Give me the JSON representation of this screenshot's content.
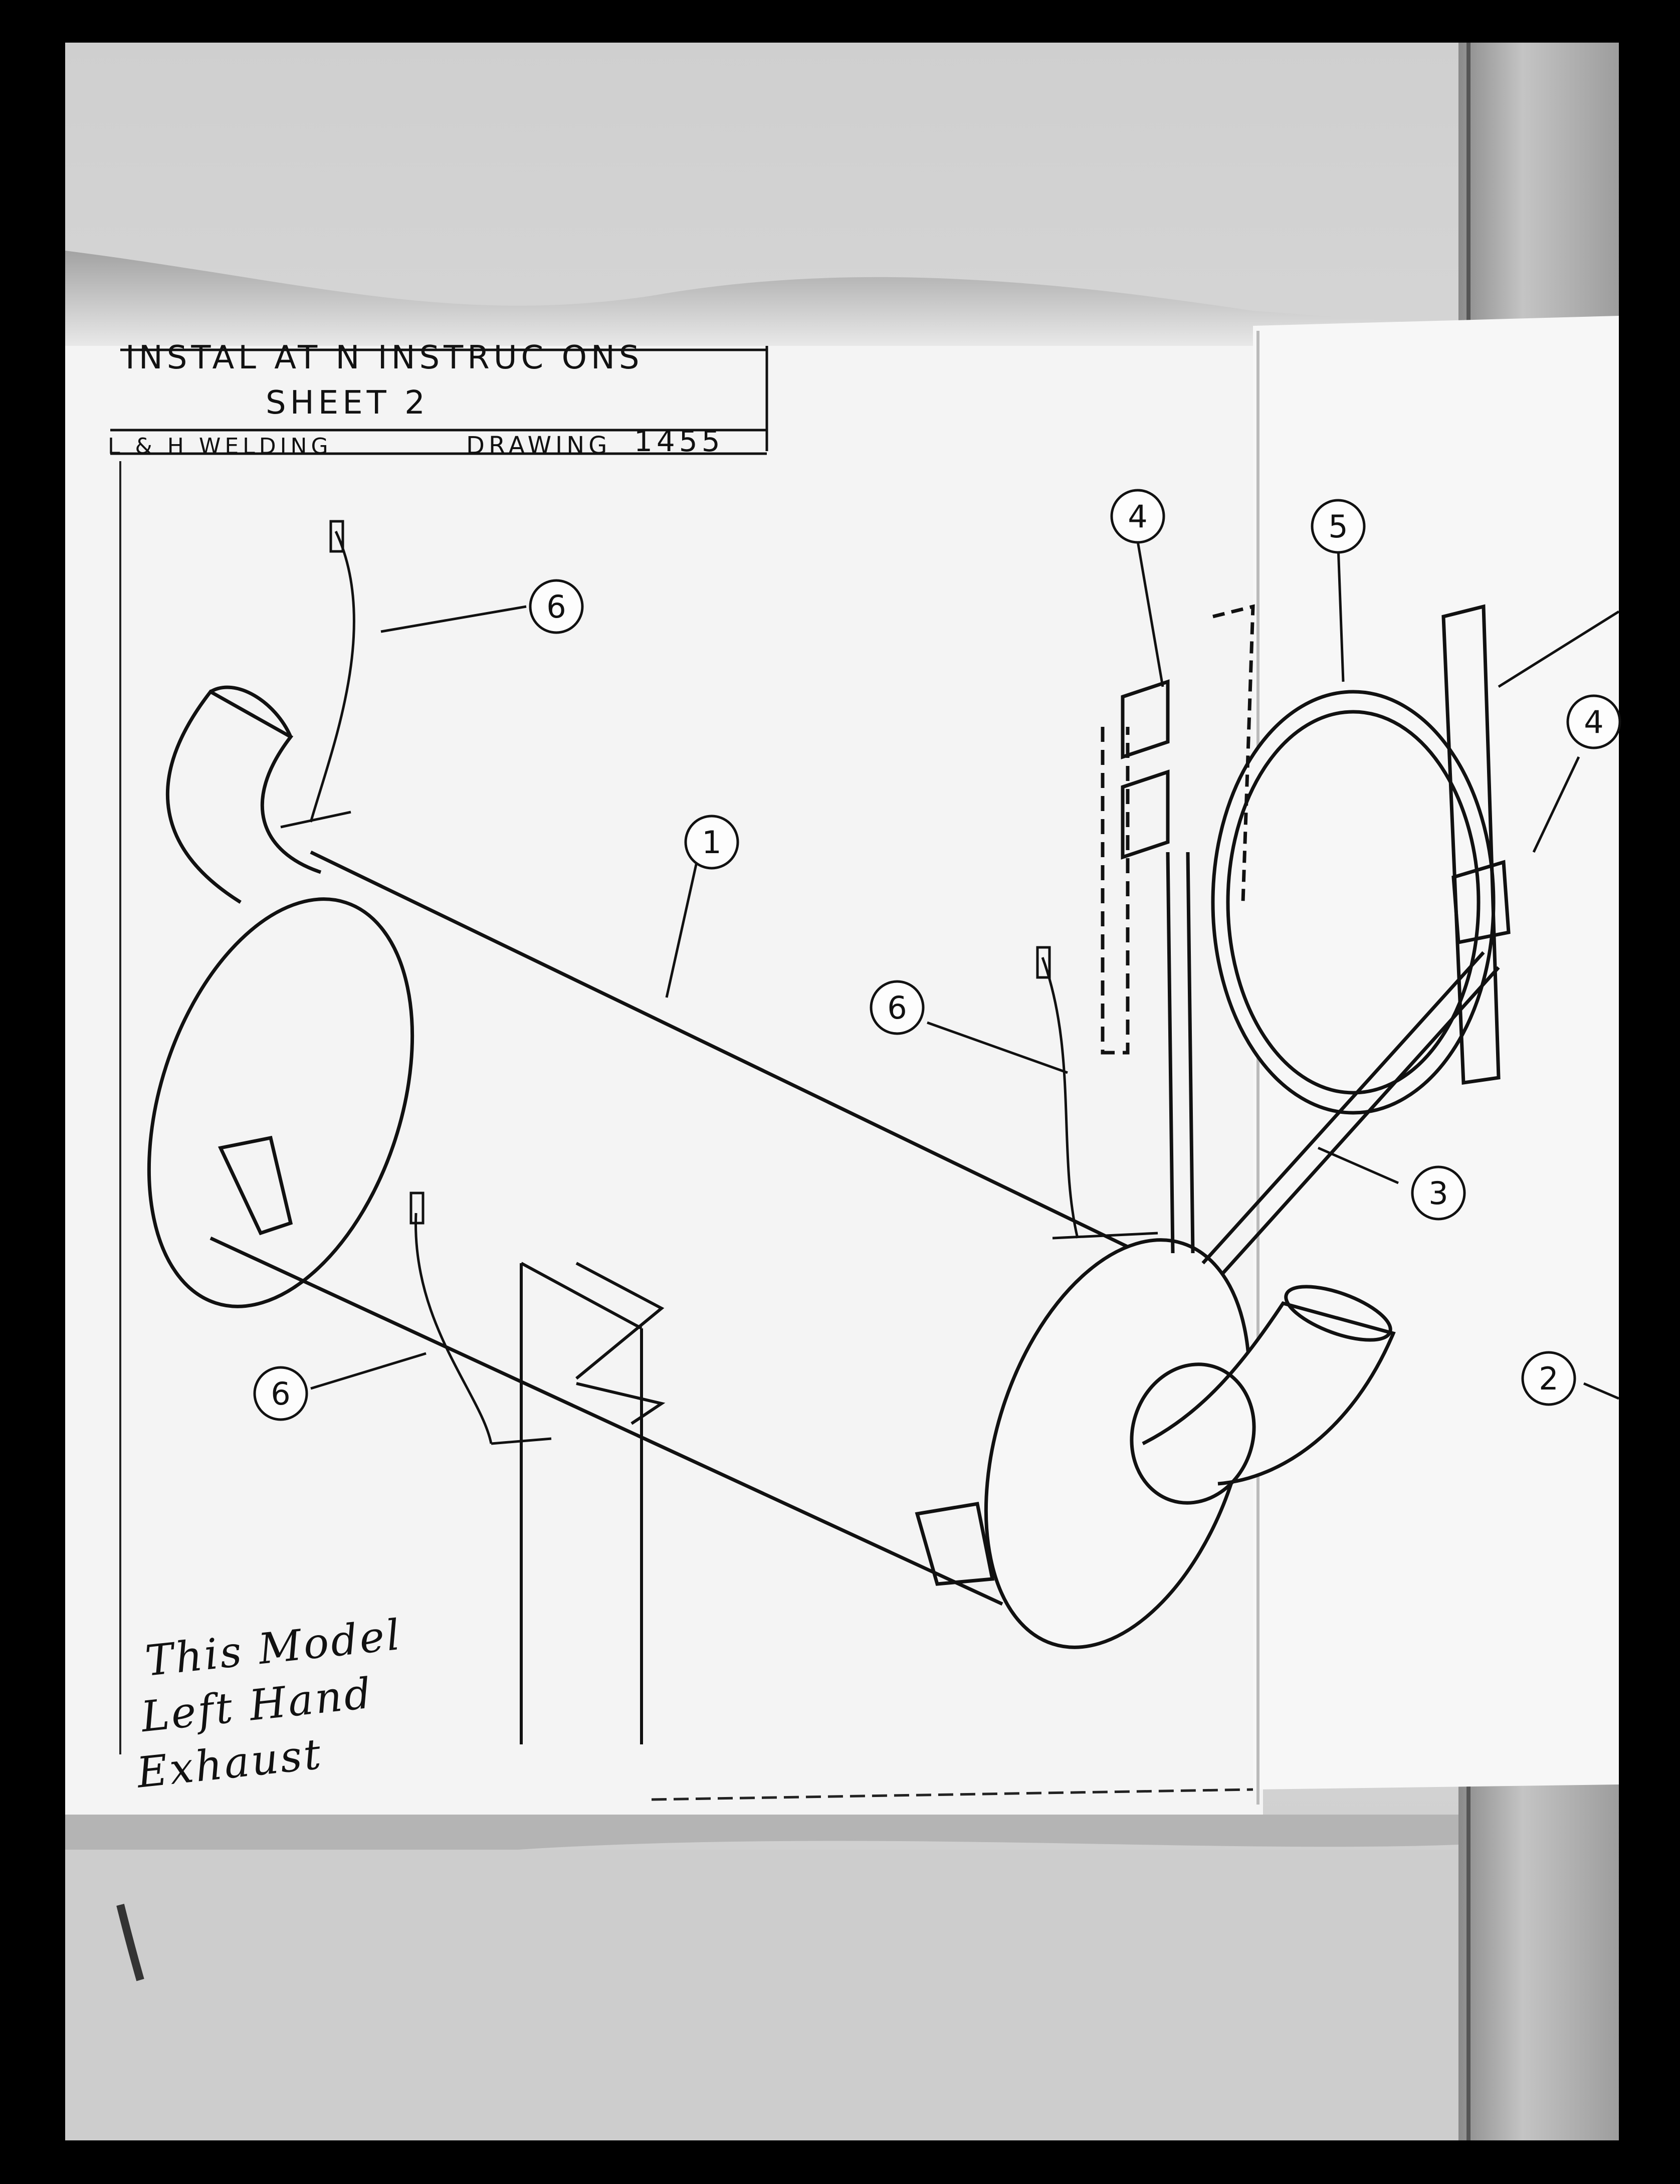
{
  "title_block": {
    "line1": "INSTAL AT   N  INSTRUC  ONS",
    "line2": "SHEET 2",
    "company": "L & H WELDING",
    "drawing_label": "DRAWING",
    "drawing_number": "1455"
  },
  "callouts": [
    "1",
    "2",
    "3",
    "4",
    "4",
    "5",
    "6",
    "6",
    "6"
  ],
  "note": {
    "line1": "This Model",
    "line2": "Left Hand",
    "line3": "Exhaust"
  }
}
